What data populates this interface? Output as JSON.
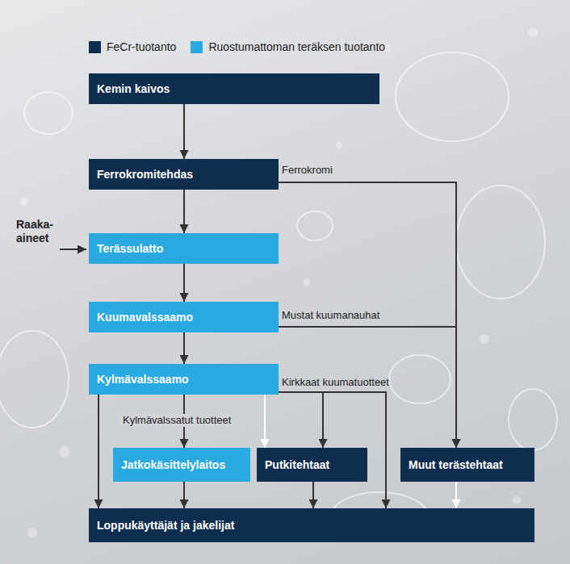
{
  "diagram": {
    "nodes": [
      {
        "text": [
          "Kemin kaivos"
        ]
      },
      {
        "text": [
          "Ferrokromitehdas"
        ]
      },
      {
        "text": [
          "Terässulatto"
        ]
      },
      {
        "text": [
          "Kuumavalssaamo"
        ]
      },
      {
        "text": [
          "Kylmävalssaamo"
        ]
      },
      {
        "text": [
          "Jatkokäsittelylaitos"
        ]
      },
      {
        "text": [
          "Putkitehtaat"
        ]
      },
      {
        "text": [
          "Muut terästehtaat"
        ]
      },
      {
        "text": [
          "Loppukäyttäjät ja jakelijat"
        ]
      }
    ],
    "edges": [
      {
        "from": 0,
        "to": 1,
        "arrow": "to"
      },
      {
        "from": 1,
        "to": 2,
        "arrow": "to"
      },
      {
        "from": 1,
        "to": 7,
        "label": "Ferrokromi",
        "arrow": "to"
      },
      {
        "from": 2,
        "to": 3,
        "arrow": "to"
      },
      {
        "from": 3,
        "to": 7,
        "label": "Mustat kuumanauhat",
        "arrow": "to"
      },
      {
        "from": 3,
        "to": 4,
        "arrow": "to"
      },
      {
        "from": 4,
        "to": 5,
        "label": "Kylmävalssatut tuotteet",
        "arrow": "to"
      },
      {
        "from": 4,
        "to": 6,
        "arrow": "to"
      },
      {
        "from": 4,
        "to": 6,
        "label": "Kirkkaat kuumatuotteet",
        "arrow": "to"
      },
      {
        "from": 4,
        "to": 8,
        "arrow": "to"
      },
      {
        "from": 4,
        "to": 8,
        "arrow": "to"
      },
      {
        "from": 5,
        "to": 8,
        "arrow": "to"
      },
      {
        "from": 6,
        "to": 8,
        "arrow": "to"
      },
      {
        "from": 7,
        "to": 8,
        "arrow": "to"
      }
    ],
    "labels": [
      "Raaka-aineet"
    ],
    "legend": [
      {
        "text": "FeCr-tuotanto",
        "color": "#0f2d4f"
      },
      {
        "text": "Ruostumattoman teräksen tuotanto",
        "color": "#2aa8e0"
      }
    ]
  }
}
